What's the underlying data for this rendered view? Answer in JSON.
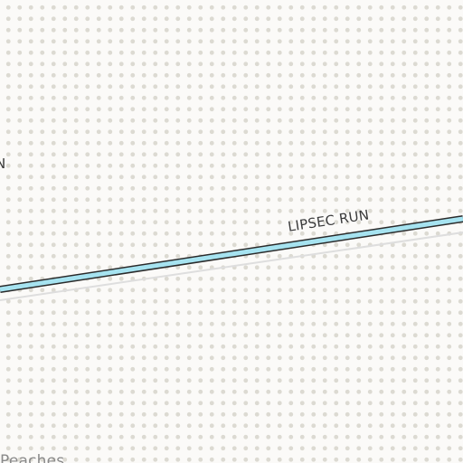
{
  "map": {
    "colors": {
      "background": "#fbfaf8",
      "dots": "#dcdad2",
      "road_fill": "#a6e3f0",
      "road_casing": "#2b2b2b",
      "path": "#dedede"
    },
    "labels": {
      "road_name": "LIPSEC RUN",
      "partial_road_name": "N",
      "place_name": "Peaches"
    }
  }
}
